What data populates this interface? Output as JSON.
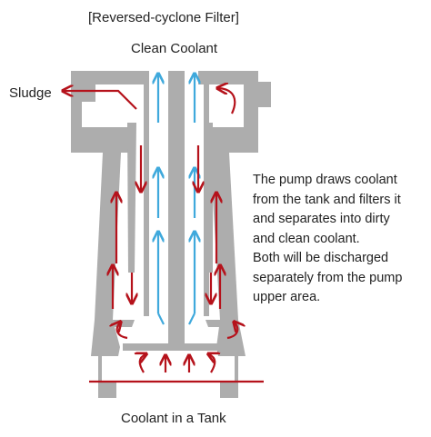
{
  "title": "[Reversed-cyclone Filter]",
  "labels": {
    "top": "Clean Coolant",
    "sludge": "Sludge",
    "bottom": "Coolant in a Tank"
  },
  "description": {
    "lines": [
      "The pump draws coolant",
      "from the tank and filters it",
      "and separates into dirty",
      "and clean coolant.",
      "Both will be discharged",
      "separately from the pump",
      "upper area."
    ]
  },
  "colors": {
    "housing": "#adadad",
    "dirty_flow": "#b5121b",
    "clean_flow": "#3fa9dc"
  }
}
